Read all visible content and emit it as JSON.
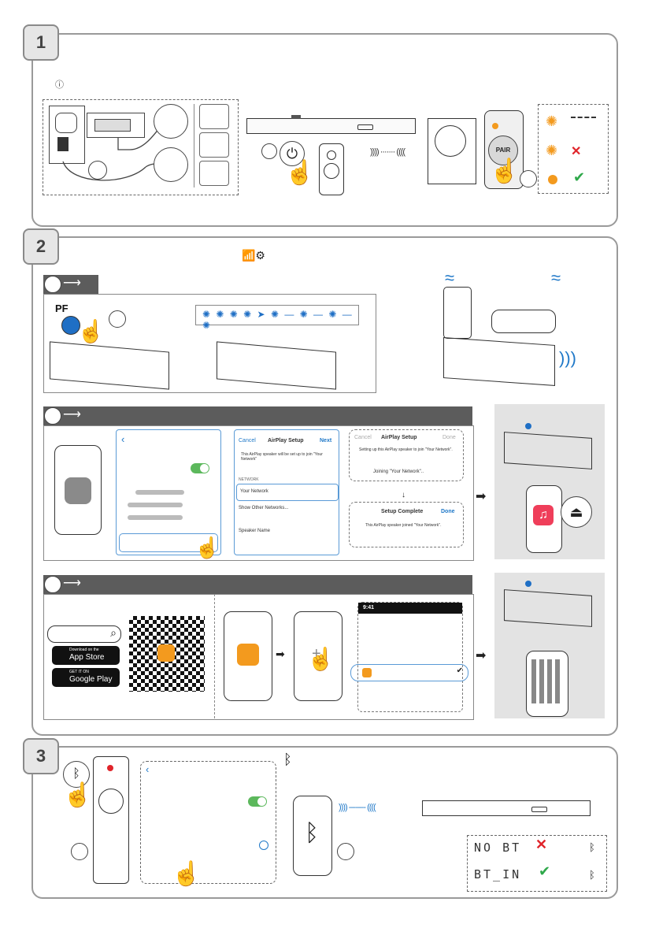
{
  "sections": {
    "s1": {
      "number": "1"
    },
    "s2": {
      "number": "2"
    },
    "s3": {
      "number": "3"
    }
  },
  "warn_symbol": "ⓘ",
  "step_markers": {
    "power_on": "",
    "pair_check": "",
    "connect": "",
    "bt_press": "",
    "bt_pair": ""
  },
  "pair_button": {
    "label": "PAIR"
  },
  "pf_button": {
    "label": "PF"
  },
  "airplay_setup": {
    "cancel": "Cancel",
    "title": "AirPlay Setup",
    "next": "Next",
    "intro": "This AirPlay speaker will be set up to join \"Your Network\"",
    "network_header": "NETWORK",
    "your_network": "Your Network",
    "show_other": "Show Other Networks...",
    "speaker_name": "Speaker Name"
  },
  "airplay_progress": {
    "cancel": "Cancel",
    "title": "AirPlay Setup",
    "done": "Done",
    "setting_up": "Setting up this AirPlay speaker to join \"Your Network\".",
    "joining": "Joining \"Your Network\"..",
    "complete_title": "Setup Complete",
    "complete_done": "Done",
    "complete_text": "This AirPlay speaker joined \"Your Network\"."
  },
  "stores": {
    "app_store_small": "Download on the",
    "app_store": "App Store",
    "google_small": "GET IT ON",
    "google_play": "Google Play"
  },
  "app_screen": {
    "time": "9:41"
  },
  "bt_display": {
    "no_bt": "NO BT",
    "bt_in": "BT_IN"
  },
  "colors": {
    "led_orange": "#f39a1e",
    "led_blue": "#1f6fc5",
    "wifi_blue": "#1f78c8",
    "green_check": "#2ea84a",
    "red_x": "#e0242a"
  }
}
